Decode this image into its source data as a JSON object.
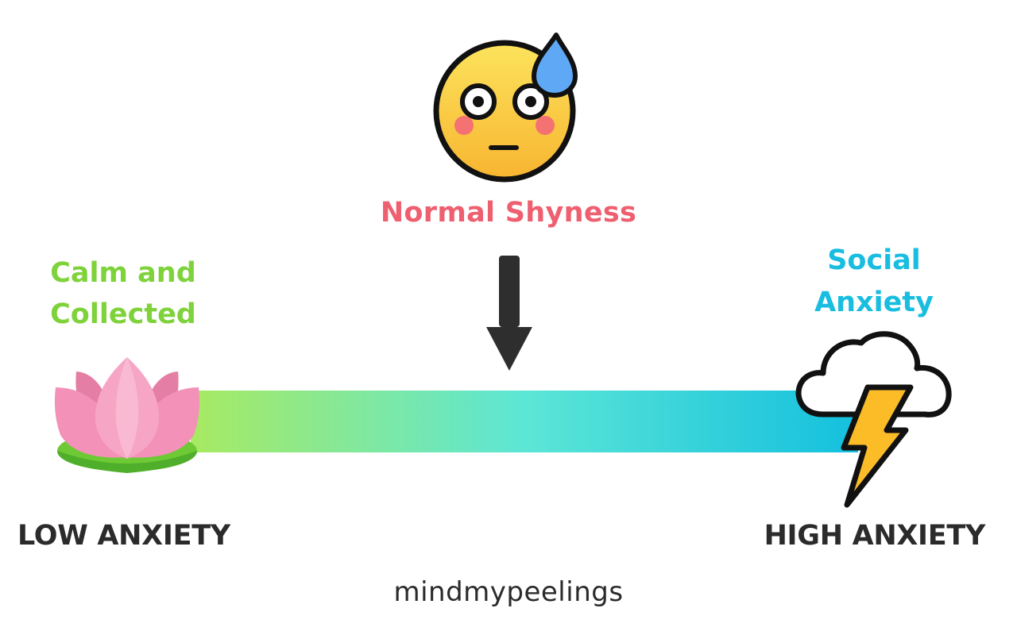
{
  "scale": {
    "middle_label": "Normal Shyness",
    "left_label": [
      "Calm and",
      "Collected"
    ],
    "right_label": [
      "Social",
      "Anxiety"
    ],
    "low_end": "LOW ANXIETY",
    "high_end": "HIGH ANXIETY",
    "brand": "mindmypeelings"
  },
  "colors": {
    "middle": "#ee5f6f",
    "left": "#7ed23a",
    "right": "#18bde0",
    "ends": "#2b2b2b",
    "bar_start": "#a8ea62",
    "bar_mid": "#5ce6d6",
    "bar_end": "#14c0de"
  },
  "icons": {
    "middle": "sweating-face-icon",
    "left": "lotus-icon",
    "right": "storm-cloud-icon",
    "pointer": "down-arrow-icon"
  }
}
